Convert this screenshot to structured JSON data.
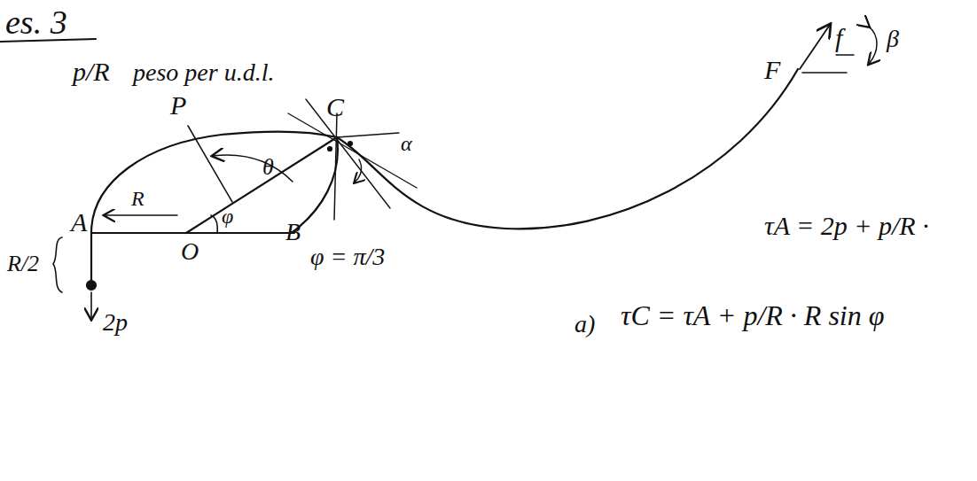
{
  "diagram": {
    "labels": [
      "es. 3",
      "p/R",
      "peso per u.d.l.",
      "P",
      "C",
      "θ",
      "α",
      "A",
      "R",
      "O",
      "φ",
      "B",
      "φ = π/3",
      "R/2",
      "2p",
      "F",
      "f",
      "β",
      "τA = 2p + p/R ·",
      "a)",
      "τC = τA + p/R · R sin φ"
    ]
  }
}
